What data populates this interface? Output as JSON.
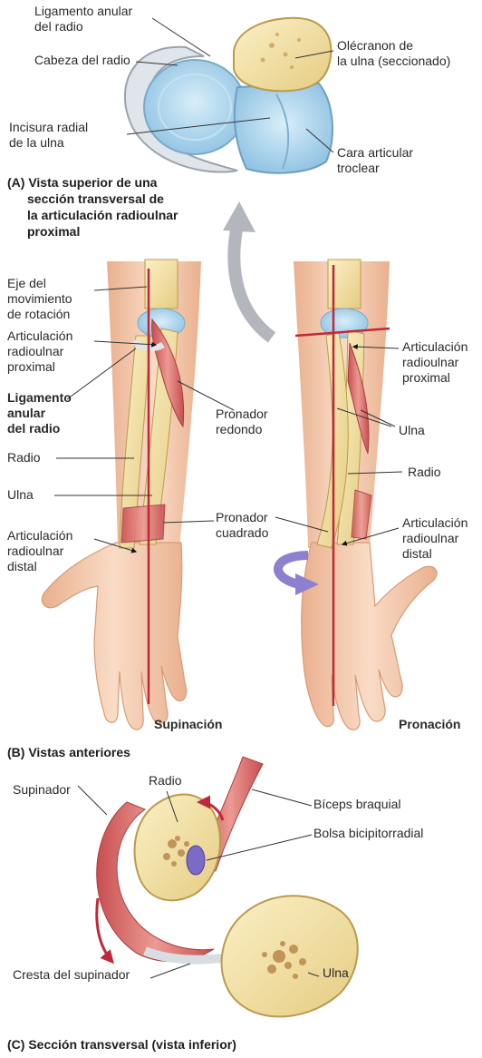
{
  "panel_a": {
    "caption": [
      "(A) Vista superior de una",
      "sección transversal de",
      "la articulación radioulnar",
      "proximal"
    ],
    "labels": {
      "ligamento": [
        "Ligamento anular",
        "del radio"
      ],
      "cabeza": "Cabeza del radio",
      "incisura": [
        "Incisura radial",
        "de la ulna"
      ],
      "olecranon": [
        "Olécranon de",
        "la ulna (seccionado)"
      ],
      "cara": [
        "Cara articular",
        "troclear"
      ]
    }
  },
  "panel_b": {
    "caption": "(B) Vistas anteriores",
    "left_labels": {
      "eje": [
        "Eje del",
        "movimiento",
        "de rotación"
      ],
      "art_prox": [
        "Articulación",
        "radioulnar",
        "proximal"
      ],
      "ligamento": [
        "Ligamento",
        "anular",
        "del radio"
      ],
      "radio": "Radio",
      "ulna": "Ulna",
      "art_dist": [
        "Articulación",
        "radioulnar",
        "distal"
      ]
    },
    "mid_labels": {
      "pronador_redondo": [
        "Pronador",
        "redondo"
      ],
      "pronador_cuadrado": [
        "Pronador",
        "cuadrado"
      ]
    },
    "right_labels": {
      "art_prox": [
        "Articulación",
        "radioulnar",
        "proximal"
      ],
      "ulna": "Ulna",
      "radio": "Radio",
      "art_dist": [
        "Articulación",
        "radioulnar",
        "distal"
      ]
    },
    "supinacion": "Supinación",
    "pronacion": "Pronación"
  },
  "panel_c": {
    "caption": "(C) Sección transversal (vista inferior)",
    "labels": {
      "radio": "Radio",
      "supinador": "Supinador",
      "biceps": "Bíceps braquial",
      "bolsa": "Bolsa bicipitorradial",
      "cresta": "Cresta del supinador",
      "ulna": "Ulna"
    }
  },
  "colors": {
    "bone": "#efdc9c",
    "bone_dark": "#c9a95a",
    "muscle": "#d86a6a",
    "cartilage": "#a9d3ea",
    "skin": "#f6cdb0",
    "axis": "#c0283a",
    "arrow_grey": "#b3b7bd",
    "arrow_purple": "#8f80cf"
  }
}
